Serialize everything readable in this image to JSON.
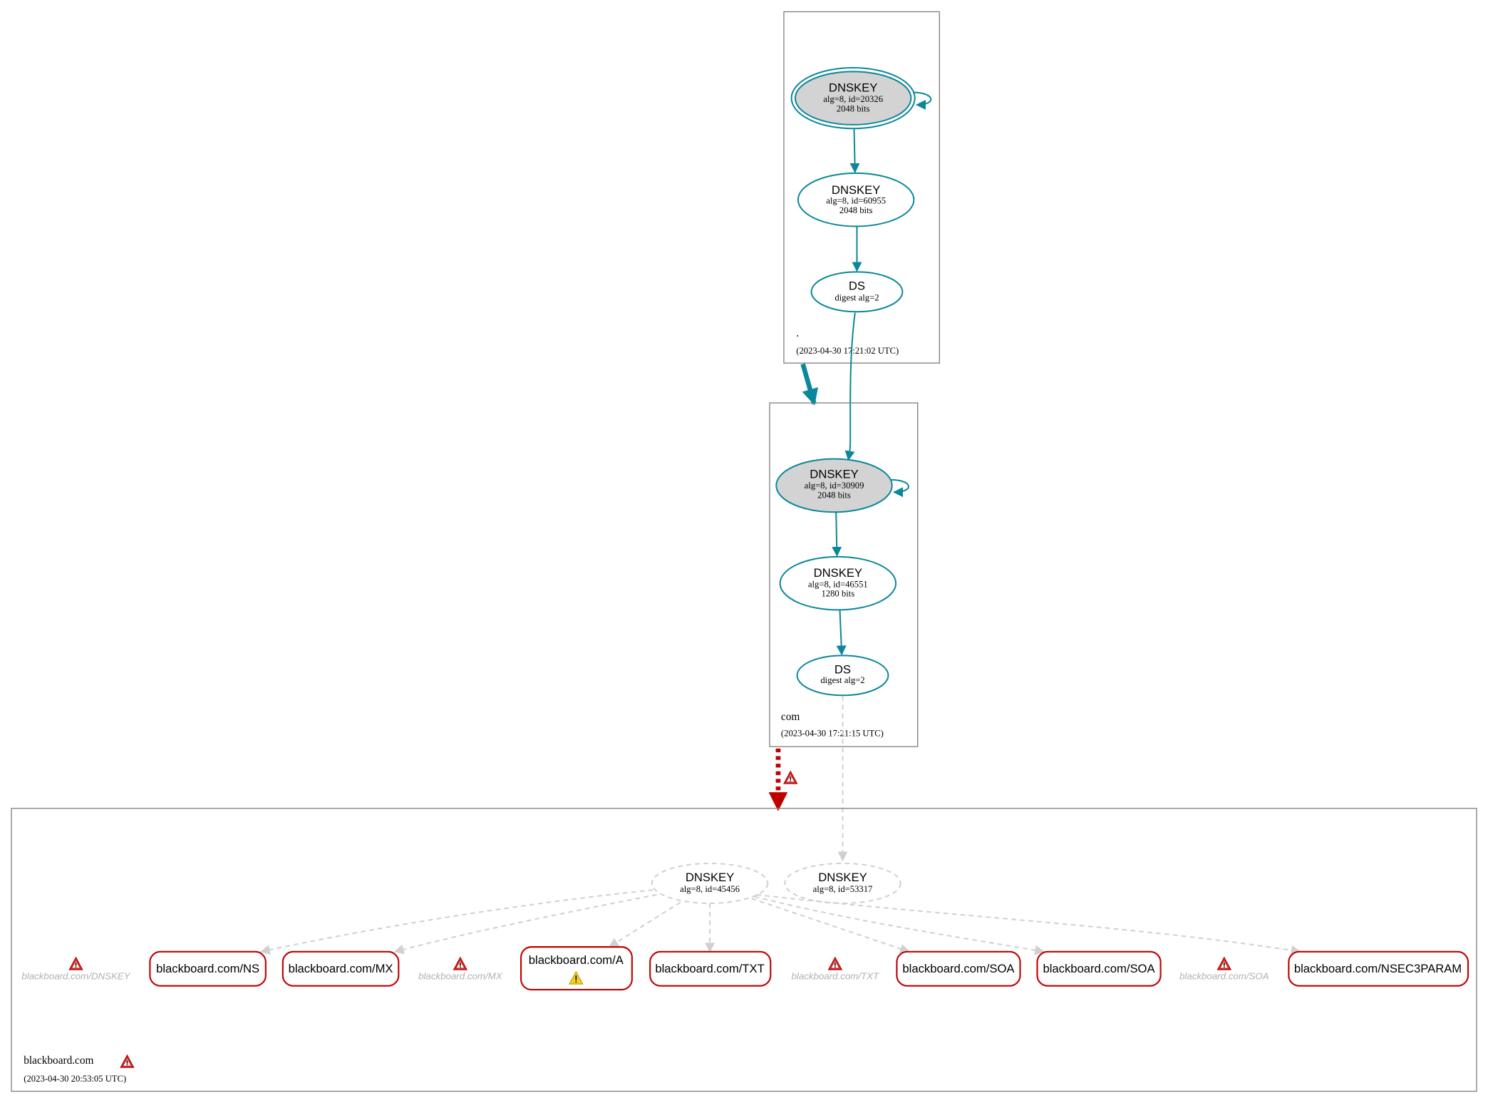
{
  "colors": {
    "secure": "#0a879a",
    "error": "#c00000",
    "insecure": "#d0d0d0",
    "ksk_fill": "#d3d3d3"
  },
  "zones": [
    {
      "name": ".",
      "timestamp": "(2023-04-30 17:21:02 UTC)",
      "nodes": [
        {
          "type": "DNSKEY",
          "line1": "alg=8, id=20326",
          "line2": "2048 bits"
        },
        {
          "type": "DNSKEY",
          "line1": "alg=8, id=60955",
          "line2": "2048 bits"
        },
        {
          "type": "DS",
          "line1": "digest alg=2"
        }
      ]
    },
    {
      "name": "com",
      "timestamp": "(2023-04-30 17:21:15 UTC)",
      "nodes": [
        {
          "type": "DNSKEY",
          "line1": "alg=8, id=30909",
          "line2": "2048 bits"
        },
        {
          "type": "DNSKEY",
          "line1": "alg=8, id=46551",
          "line2": "1280 bits"
        },
        {
          "type": "DS",
          "line1": "digest alg=2"
        }
      ]
    },
    {
      "name": "blackboard.com",
      "timestamp": "(2023-04-30 20:53:05 UTC)",
      "nodes": [
        {
          "type": "DNSKEY",
          "line1": "alg=8, id=45456"
        },
        {
          "type": "DNSKEY",
          "line1": "alg=8, id=53317"
        }
      ],
      "records": [
        "blackboard.com/NS",
        "blackboard.com/MX",
        "blackboard.com/A",
        "blackboard.com/TXT",
        "blackboard.com/SOA",
        "blackboard.com/SOA",
        "blackboard.com/NSEC3PARAM"
      ],
      "missing": [
        "blackboard.com/DNSKEY",
        "blackboard.com/MX",
        "blackboard.com/TXT",
        "blackboard.com/SOA"
      ]
    }
  ]
}
